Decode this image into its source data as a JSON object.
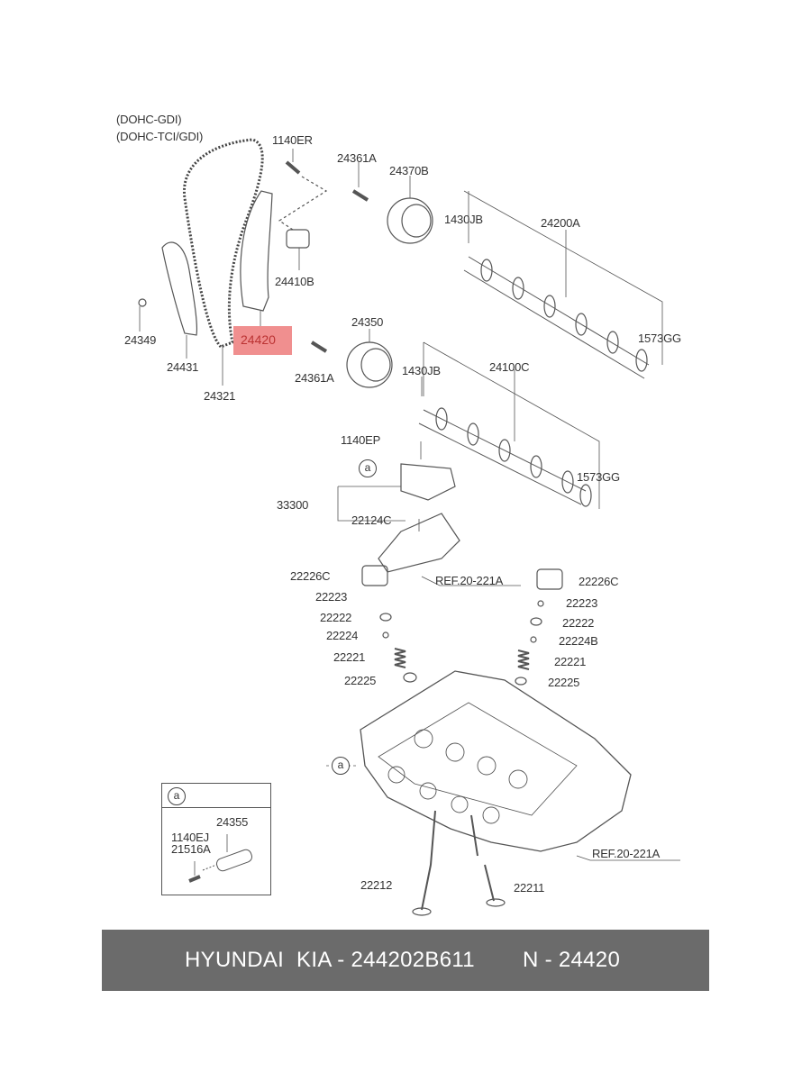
{
  "diagram": {
    "variants": [
      "(DOHC-GDI)",
      "(DOHC-TCI/GDI)"
    ],
    "highlighted_part": "24420",
    "highlight_color": "#f08f8f",
    "labels": {
      "p1140ER": "1140ER",
      "p24361A_top": "24361A",
      "p24370B": "24370B",
      "p1430JB_top": "1430JB",
      "p24200A": "24200A",
      "p24410B": "24410B",
      "p24349": "24349",
      "p24431": "24431",
      "p24321": "24321",
      "p24350": "24350",
      "p24361A_bot": "24361A",
      "p1430JB_bot": "1430JB",
      "p24100C": "24100C",
      "p1573GG_top": "1573GG",
      "p1573GG_bot": "1573GG",
      "p1140EP": "1140EP",
      "p33300": "33300",
      "p22124C": "22124C",
      "p22226C_l": "22226C",
      "ref_top": "REF.20-221A",
      "p22223_l": "22223",
      "p22222_l": "22222",
      "p22224_l": "22224",
      "p22221_l": "22221",
      "p22225_l": "22225",
      "p22226C_r": "22226C",
      "p22223_r": "22223",
      "p22222_r": "22222",
      "p22224B_r": "22224B",
      "p22221_r": "22221",
      "p22225_r": "22225",
      "ref_bot": "REF.20-221A",
      "p22212": "22212",
      "p22211": "22211",
      "callout_a": "a"
    },
    "inset": {
      "callout": "a",
      "p24355": "24355",
      "p1140EJ": "1140EJ",
      "p21516A": "21516A"
    }
  },
  "footer": {
    "brand": "HYUNDAI  KIA - 244202B611",
    "number": "N - 24420"
  }
}
